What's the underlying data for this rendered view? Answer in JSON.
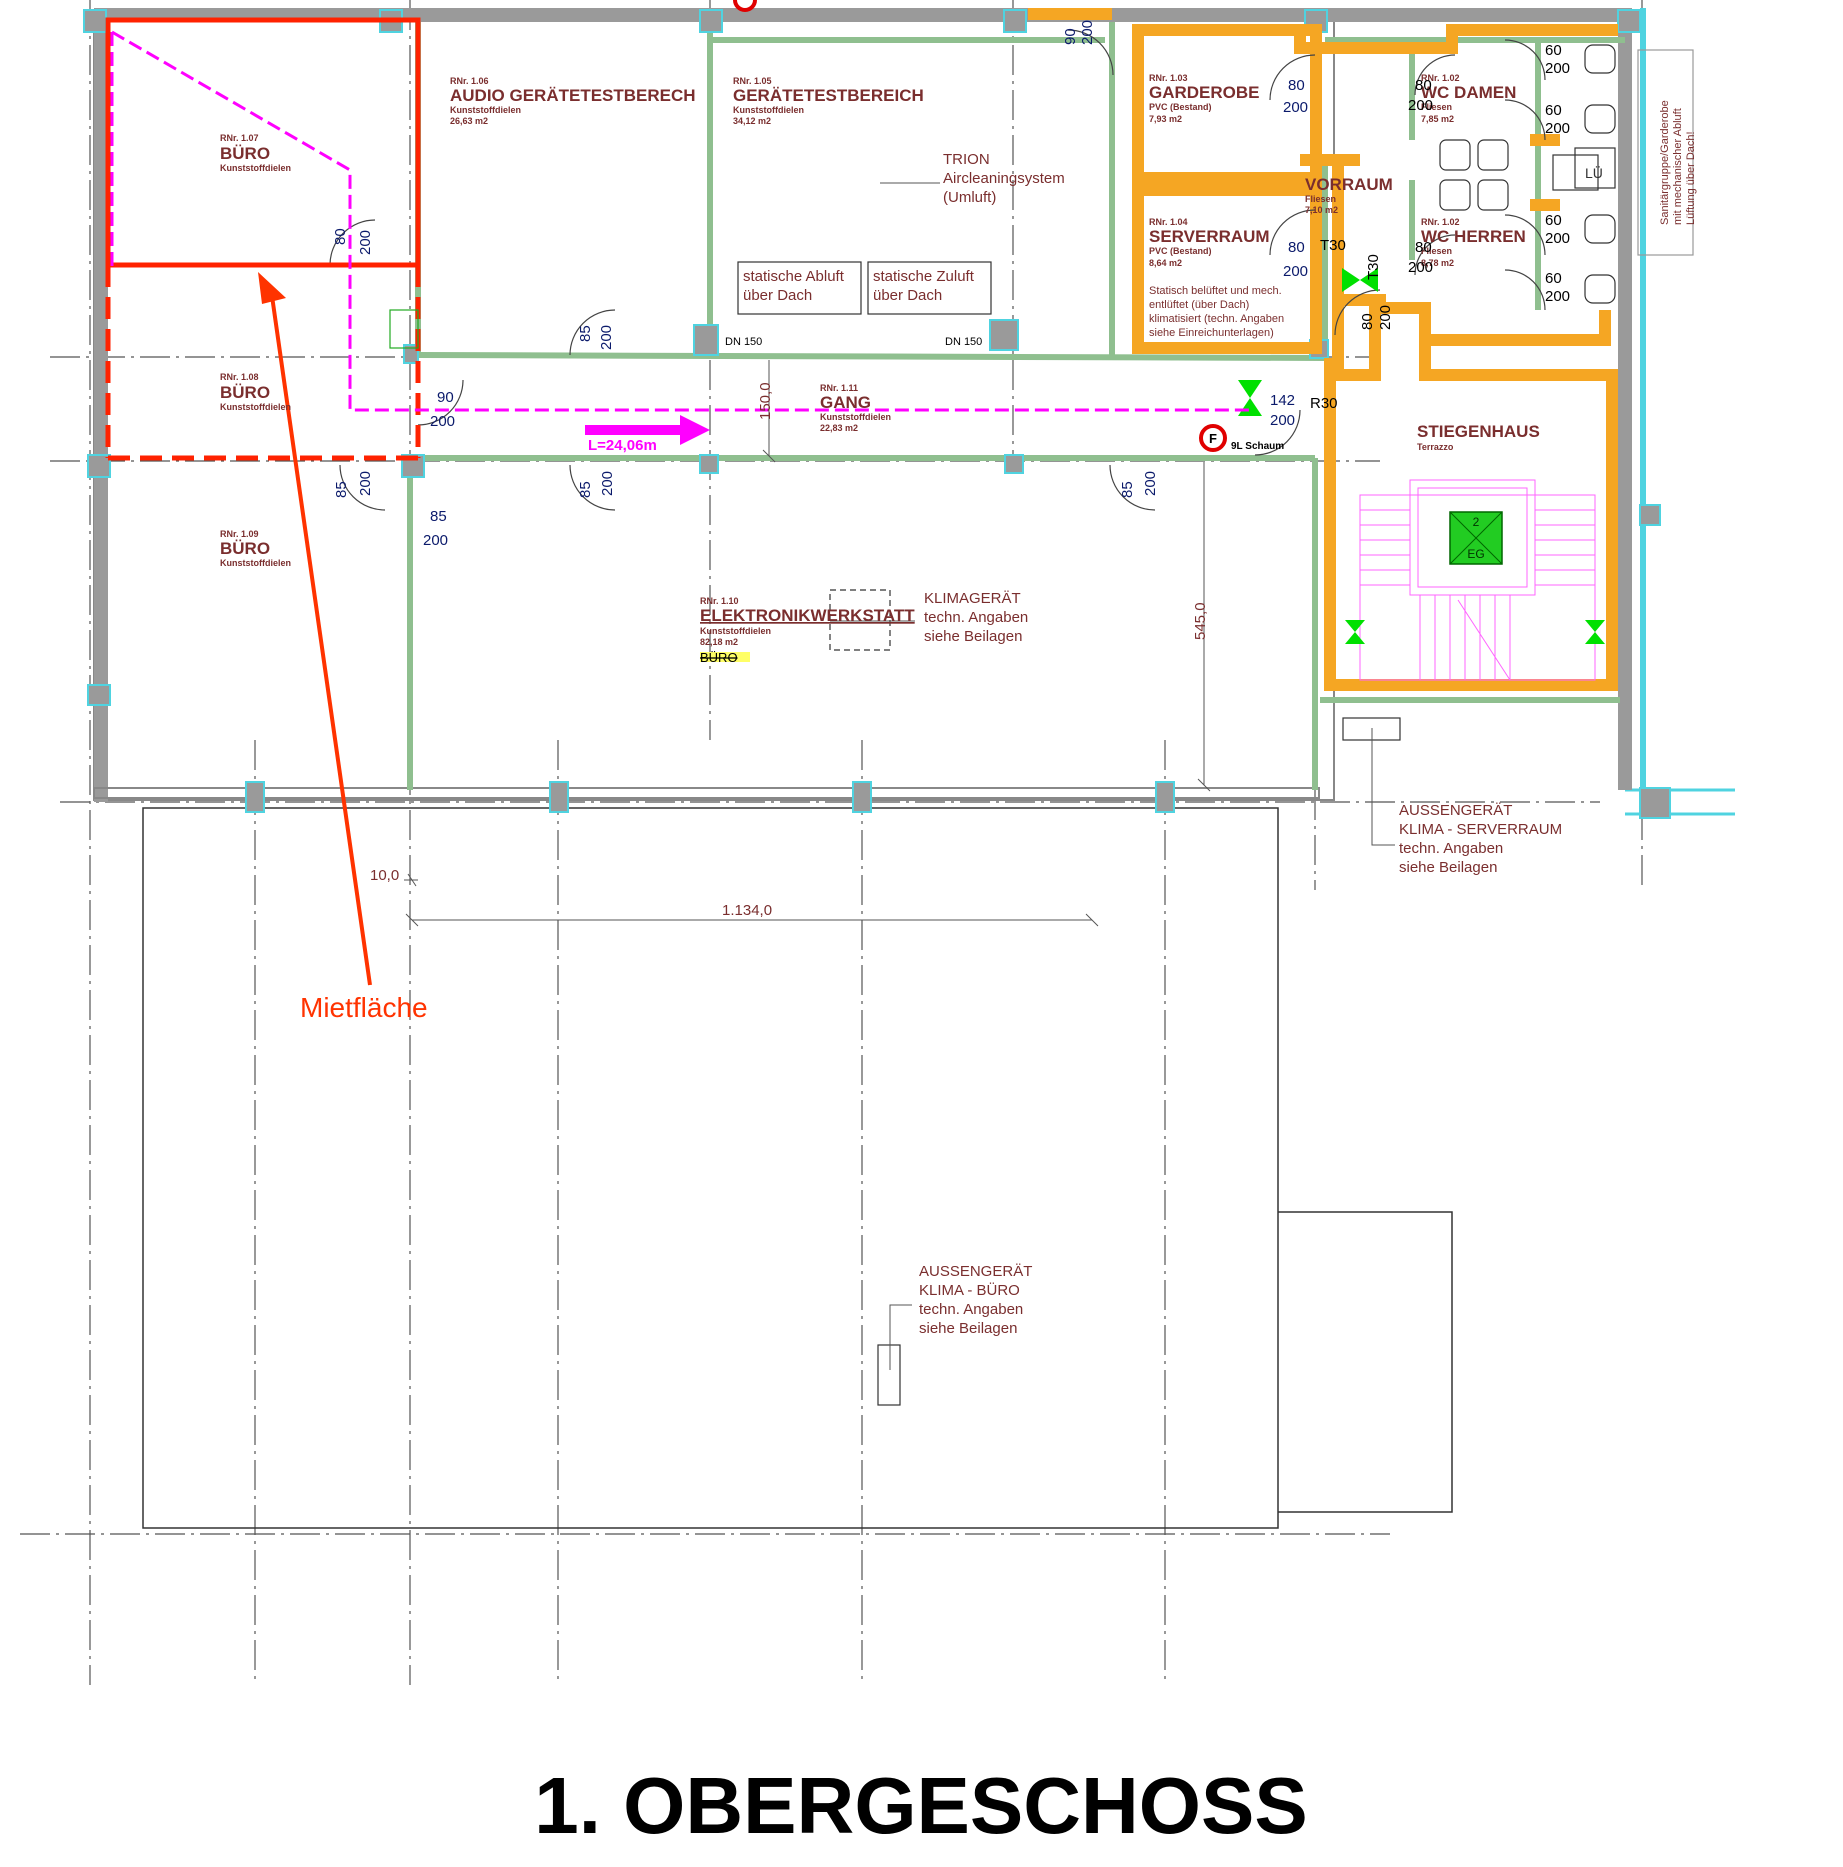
{
  "title": "1. OBERGESCHOSS",
  "colors": {
    "wall_gray": "#9a9a9a",
    "wall_green": "#8fbf8f",
    "cyan": "#4fd3e0",
    "orange": "#f5a623",
    "magenta": "#ff00ff",
    "red": "#ff2200",
    "brown": "#7a2e2e",
    "dim_blue": "#0b1a6b",
    "green_marker": "#00e000"
  },
  "annotation": {
    "label": "Mietfläche"
  },
  "rooms": {
    "r107": {
      "rnr": "RNr. 1.07",
      "name": "BÜRO",
      "floor": "Kunststoffdielen"
    },
    "r108": {
      "rnr": "RNr. 1.08",
      "name": "BÜRO",
      "floor": "Kunststoffdielen"
    },
    "r109": {
      "rnr": "RNr. 1.09",
      "name": "BÜRO",
      "floor": "Kunststoffdielen"
    },
    "r106": {
      "rnr": "RNr. 1.06",
      "name": "AUDIO GERÄTETESTBERECH",
      "floor": "Kunststoffdielen",
      "area": "26,63 m2"
    },
    "r105": {
      "rnr": "RNr. 1.05",
      "name": "GERÄTETESTBEREICH",
      "floor": "Kunststoffdielen",
      "area": "34,12 m2"
    },
    "r103": {
      "rnr": "RNr. 1.03",
      "name": "GARDEROBE",
      "floor": "PVC (Bestand)",
      "area": "7,93 m2"
    },
    "r102a": {
      "rnr": "RNr. 1.02",
      "name": "WC DAMEN",
      "floor": "Fliesen",
      "area": "7,85 m2"
    },
    "vorraum": {
      "name": "VORRAUM",
      "floor": "Fliesen",
      "area": "7,10 m2"
    },
    "r104": {
      "rnr": "RNr. 1.04",
      "name": "SERVERRAUM",
      "floor": "PVC (Bestand)",
      "area": "8,64 m2"
    },
    "r102b": {
      "rnr": "RNr. 1.02",
      "name": "WC HERREN",
      "floor": "Fliesen",
      "area": "8,78 m2"
    },
    "r111": {
      "rnr": "RNr. 1.11",
      "name": "GANG",
      "floor": "Kunststoffdielen",
      "area": "22,83 m2"
    },
    "r110": {
      "rnr": "RNr. 1.10",
      "name": "ELEKTRONIKWERKSTATT",
      "floor": "Kunststoffdielen",
      "area": "82,18 m2",
      "old": "BÜRO"
    },
    "stiegenhaus": {
      "name": "STIEGENHAUS",
      "floor": "Terrazzo"
    }
  },
  "notes": {
    "trion": [
      "TRION",
      "Aircleaningsystem",
      "(Umluft)"
    ],
    "abluft": [
      "statische Abluft",
      "über Dach"
    ],
    "zuluft": [
      "statische Zuluft",
      "über Dach"
    ],
    "server": [
      "Statisch belüftet und mech.",
      "entlüftet (über Dach)",
      "klimatisiert (techn. Angaben",
      "siehe Einreichunterlagen)"
    ],
    "klimageraet": [
      "KLIMAGERÄT",
      "techn. Angaben",
      "siehe Beilagen"
    ],
    "aussen_server": [
      "AUSSENGERÄT",
      "KLIMA - SERVERRAUM",
      "techn. Angaben",
      "siehe Beilagen"
    ],
    "aussen_buero": [
      "AUSSENGERÄT",
      "KLIMA - BÜRO",
      "techn. Angaben",
      "siehe Beilagen"
    ],
    "sanitaer": [
      "Sanitärgruppe/Garderobe",
      "mit mechanischer Abluft",
      "Lüftung über Dach!"
    ],
    "lue": "LÜ",
    "dn150": "DN 150",
    "extinguisher": "9L Schaum",
    "length": "L=24,06m",
    "stair_top": "2",
    "stair_bottom": "EG"
  },
  "dims": {
    "d1134": "1.134,0",
    "d10": "10,0",
    "d545": "545,0",
    "d150": "150,0",
    "w85": "85",
    "w80": "80",
    "w90": "90",
    "w60": "60",
    "h200": "200",
    "w142": "142",
    "t30": "T30",
    "r30": "R30"
  }
}
